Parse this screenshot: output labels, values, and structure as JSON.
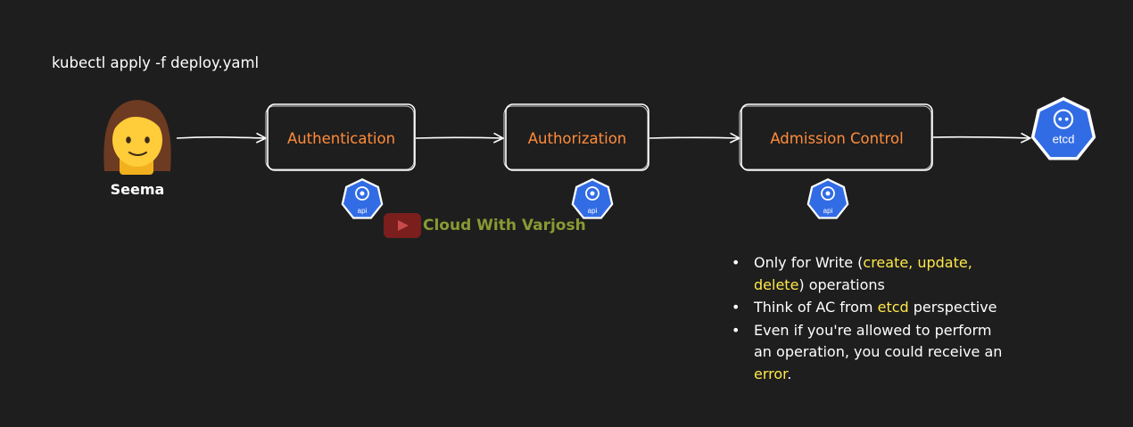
{
  "command": "kubectl apply -f deploy.yaml",
  "user": {
    "name": "Seema",
    "avatar_icon": "woman-emoji-icon"
  },
  "steps": [
    {
      "label": "Authentication",
      "icon": "kubernetes-api-icon",
      "icon_label": "api"
    },
    {
      "label": "Authorization",
      "icon": "kubernetes-api-icon",
      "icon_label": "api"
    },
    {
      "label": "Admission Control",
      "icon": "kubernetes-api-icon",
      "icon_label": "api"
    }
  ],
  "target": {
    "label": "etcd",
    "icon": "kubernetes-etcd-icon"
  },
  "watermark": {
    "text": "Cloud With Varjosh",
    "icon": "youtube-play-icon",
    "color": "#8a9a33"
  },
  "notes": {
    "item1": {
      "t1": "Only for Write (",
      "h1": "create, update, delete",
      "t2": ") operations"
    },
    "item2": {
      "t1": "Think of AC from ",
      "h1": "etcd",
      "t2": " perspective"
    },
    "item3": {
      "t1": "Even if you're allowed to perform an operation, you could receive an ",
      "h1": "error",
      "t2": "."
    }
  },
  "colors": {
    "background": "#1e1e1e",
    "step_label": "#ff8c3a",
    "highlight": "#ffe84a",
    "k8s_blue": "#326ce5"
  }
}
